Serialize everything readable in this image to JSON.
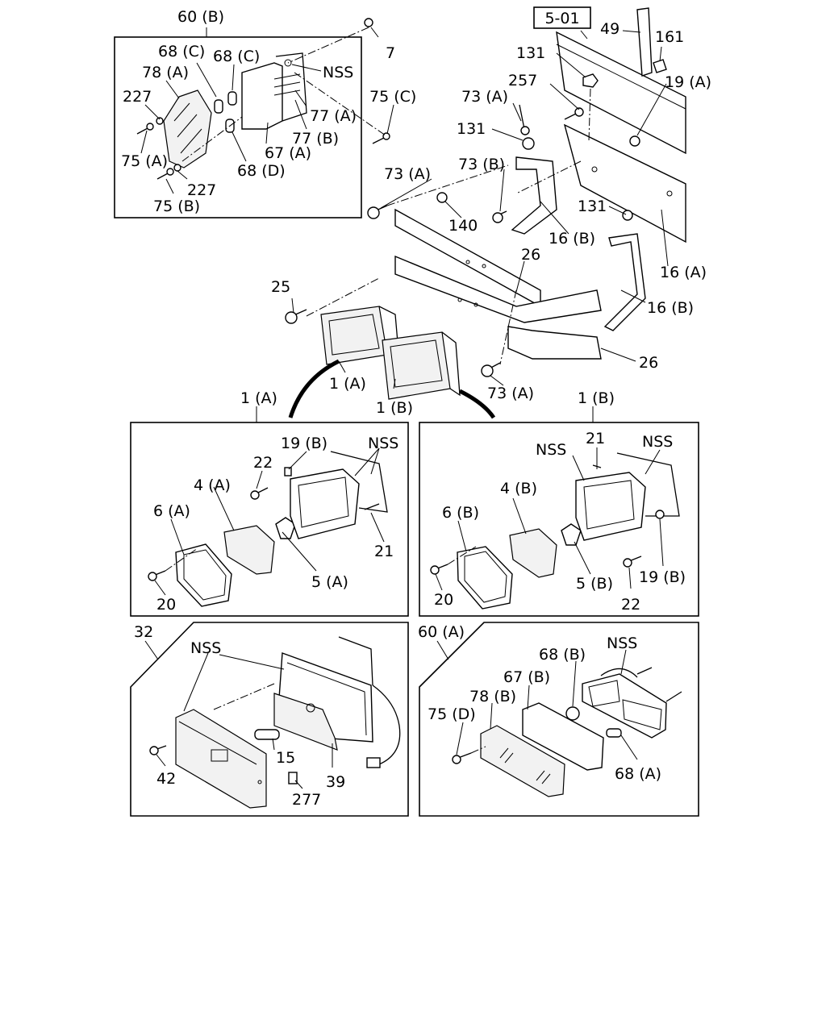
{
  "ref_box": "5-01",
  "labels": {
    "l_60B": "60 (B)",
    "l_7": "7",
    "l_NSS_top": "NSS",
    "l_68C_1": "68 (C)",
    "l_68C_2": "68 (C)",
    "l_78A": "78 (A)",
    "l_227_1": "227",
    "l_77A": "77 (A)",
    "l_77B": "77 (B)",
    "l_75C": "75 (C)",
    "l_75A": "75 (A)",
    "l_67A": "67 (A)",
    "l_68D": "68 (D)",
    "l_227_2": "227",
    "l_75B": "75 (B)",
    "l_49": "49",
    "l_161": "161",
    "l_131_a": "131",
    "l_257": "257",
    "l_19A": "19 (A)",
    "l_73A_1": "73 (A)",
    "l_131_b": "131",
    "l_73B": "73 (B)",
    "l_73A_2": "73 (A)",
    "l_140": "140",
    "l_131_c": "131",
    "l_16B_1": "16 (B)",
    "l_26_1": "26",
    "l_16A": "16 (A)",
    "l_25": "25",
    "l_16B_2": "16 (B)",
    "l_1A_mid": "1 (A)",
    "l_26_2": "26",
    "l_1B_mid": "1 (B)",
    "l_73A_3": "73 (A)",
    "l_1A_box": "1 (A)",
    "l_1B_box": "1 (B)",
    "l_19B_L": "19 (B)",
    "l_NSS_L": "NSS",
    "l_22_L": "22",
    "l_4A": "4 (A)",
    "l_6A": "6 (A)",
    "l_21_L": "21",
    "l_5A": "5 (A)",
    "l_20_L": "20",
    "l_NSS_R1": "NSS",
    "l_21_R": "21",
    "l_NSS_R2": "NSS",
    "l_4B": "4 (B)",
    "l_6B": "6 (B)",
    "l_5B": "5 (B)",
    "l_19B_R": "19 (B)",
    "l_20_R": "20",
    "l_22_R": "22",
    "l_32": "32",
    "l_NSS_32": "NSS",
    "l_15": "15",
    "l_42": "42",
    "l_39": "39",
    "l_277": "277",
    "l_60A": "60 (A)",
    "l_68B": "68 (B)",
    "l_NSS_60A": "NSS",
    "l_67B": "67 (B)",
    "l_75D": "75 (D)",
    "l_78B": "78 (B)",
    "l_68A": "68 (A)"
  }
}
